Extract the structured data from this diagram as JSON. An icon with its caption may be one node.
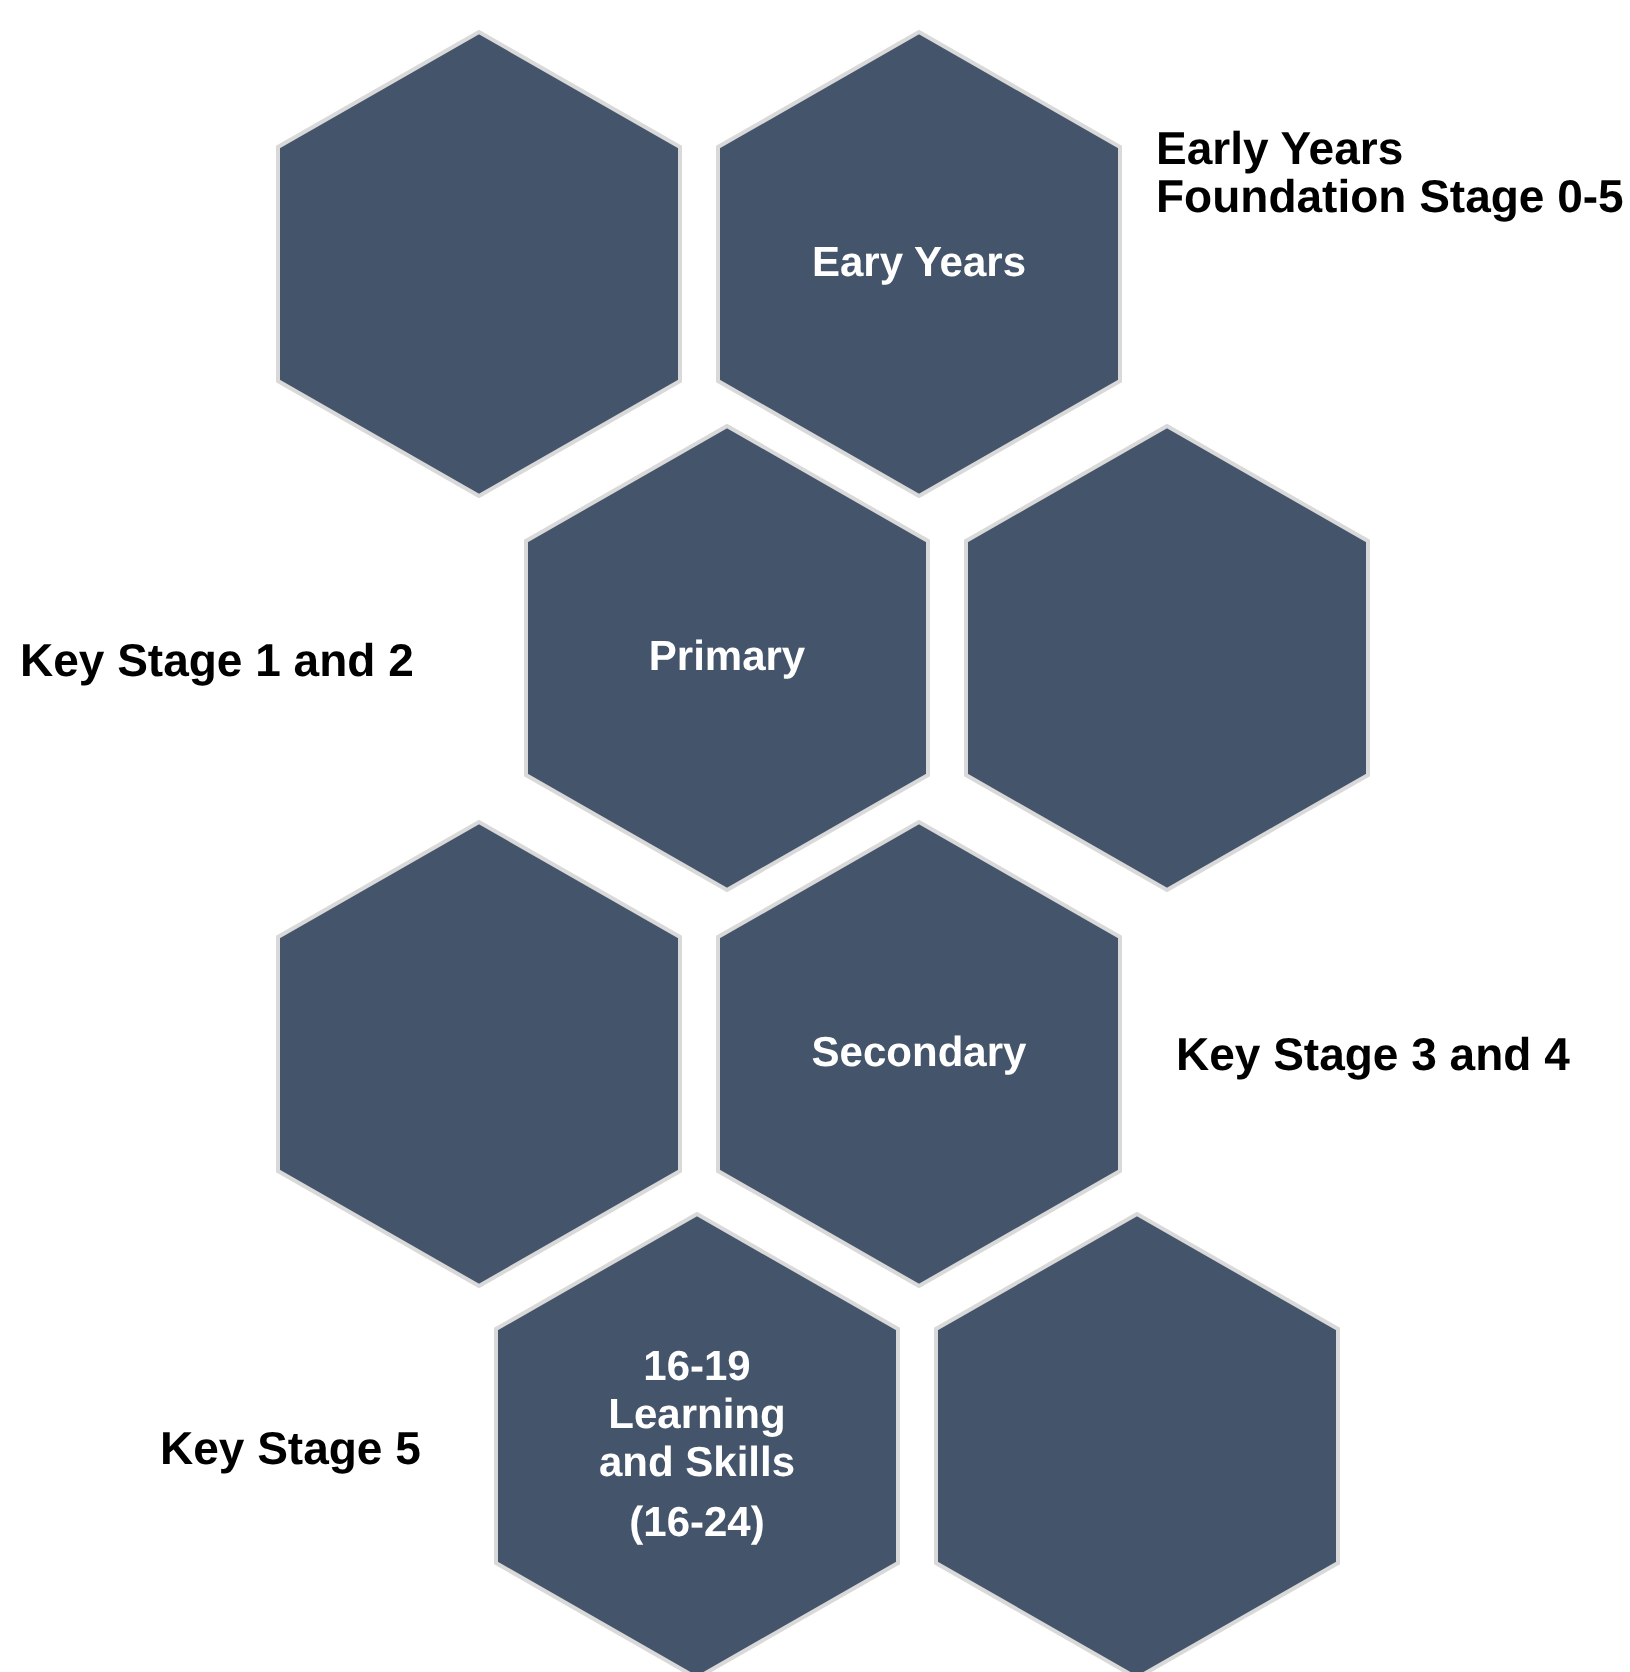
{
  "diagram": {
    "nodes": [
      {
        "text": [],
        "shape": "hexagon"
      },
      {
        "text": [
          "Eary Years"
        ],
        "beside": [
          "Early Years Foundation Stage 0-5"
        ]
      },
      {
        "text": [
          "Primary"
        ],
        "beside": [
          "Key Stage 1 and 2"
        ]
      },
      {
        "text": [],
        "shape": "hexagon"
      },
      {
        "text": [],
        "shape": "hexagon"
      },
      {
        "text": [
          "Secondary"
        ],
        "beside": [
          "Key Stage 3 and 4"
        ]
      },
      {
        "text": [
          "16-19 Learning and Skills",
          "(16-24)"
        ],
        "beside": [
          "Key Stage 5"
        ]
      },
      {
        "text": [],
        "shape": "hexagon"
      }
    ],
    "edges": []
  }
}
